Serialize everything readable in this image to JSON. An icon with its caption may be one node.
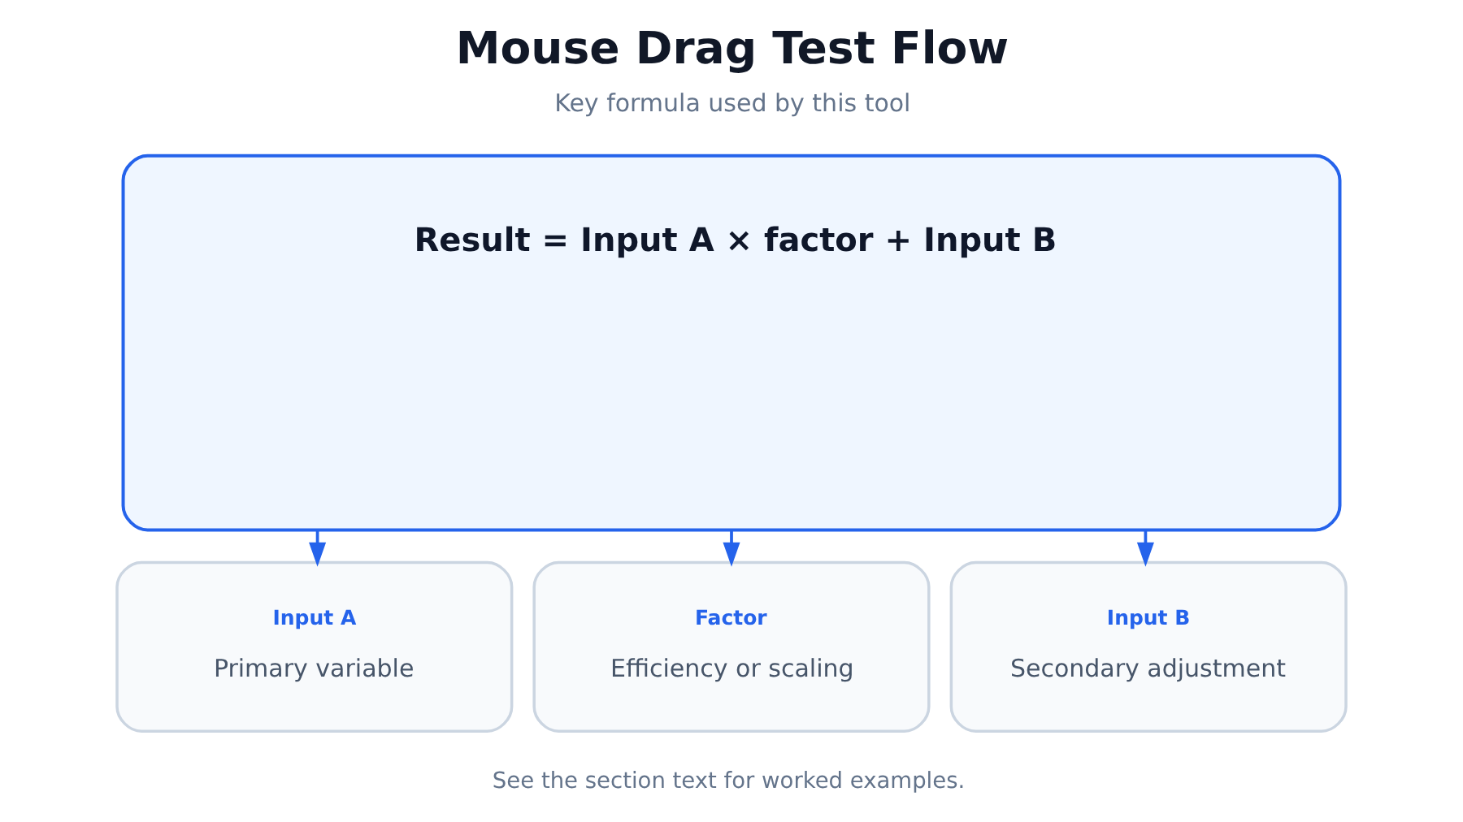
{
  "diagram": {
    "title": "Mouse Drag Test Flow",
    "caption": "See the section text for worked examples.",
    "nodes": [
      {
        "text": [
          "Result = Input A × factor + Input B"
        ]
      },
      {
        "text": [
          "Input A",
          "Primary variable"
        ]
      },
      {
        "text": [
          "Factor",
          "Efficiency or scaling"
        ]
      },
      {
        "text": [
          "Input B",
          "Secondary adjustment"
        ]
      }
    ],
    "edges": [
      {
        "from": 0,
        "to": 1,
        "arrow": "to"
      },
      {
        "from": 0,
        "to": 2,
        "arrow": "to"
      },
      {
        "from": 0,
        "to": 3,
        "arrow": "to"
      }
    ],
    "labels": [
      "Key formula used by this tool"
    ]
  }
}
